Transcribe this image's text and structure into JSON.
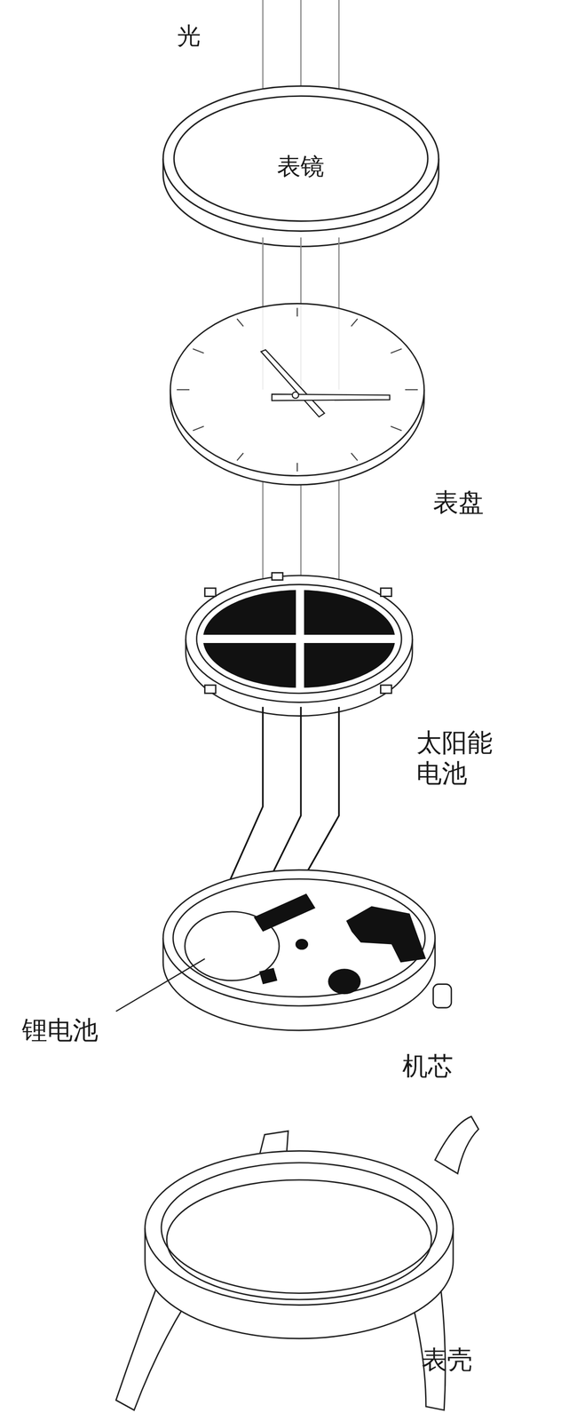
{
  "diagram": {
    "nodes": [
      {
        "text": [
          "表镜"
        ]
      }
    ],
    "labels": [
      "光",
      "表盘",
      "太阳能电池",
      "锂电池",
      "机芯",
      "表壳"
    ]
  }
}
